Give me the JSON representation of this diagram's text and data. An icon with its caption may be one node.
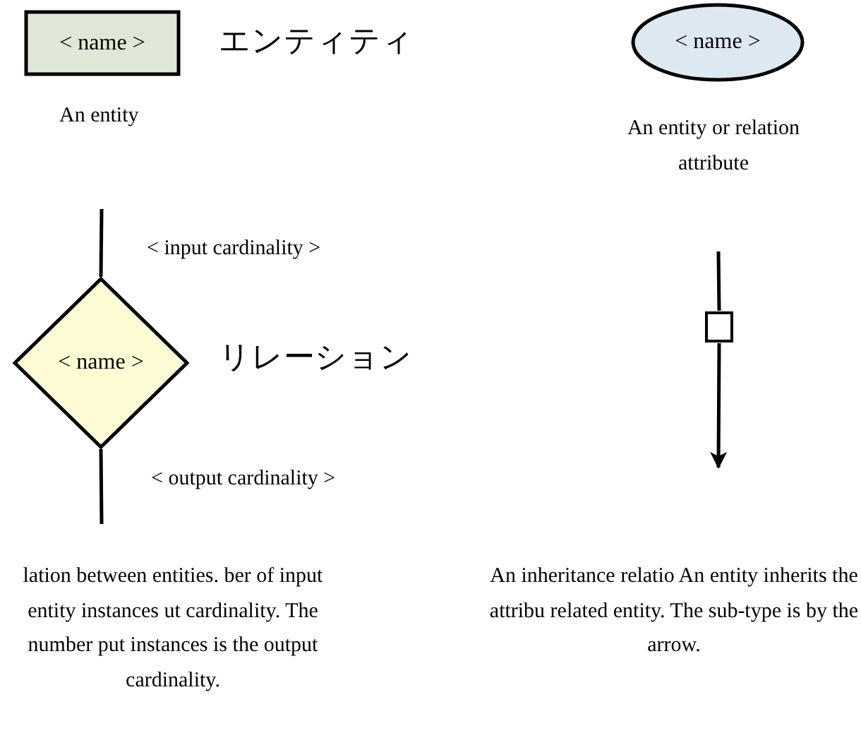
{
  "diagram": {
    "nodes": [
      {
        "text": [
          "< name >"
        ],
        "beside": [
          "エンティティ",
          "An entity"
        ]
      },
      {
        "text": [
          "< name >"
        ],
        "beside": [
          "An entity or relation attribute"
        ]
      },
      {
        "text": [
          "< name >"
        ],
        "beside": [
          "リレーション"
        ]
      },
      {
        "text": [],
        "shape": "box"
      }
    ],
    "edges": [
      {
        "from": null,
        "to": 2,
        "arrow": "none",
        "label": "< input cardinality >"
      },
      {
        "from": 2,
        "to": null,
        "arrow": "none",
        "label": "< output cardinality >"
      },
      {
        "from": null,
        "to": 3,
        "arrow": "none"
      },
      {
        "from": 3,
        "to": null,
        "arrow": "to"
      }
    ],
    "labels": [
      "lation between entities. ber of input entity instances ut cardinality. The number put instances is the output cardinality.",
      "An inheritance relatio An entity inherits the attribu related entity. The sub-type is by the arrow."
    ]
  }
}
